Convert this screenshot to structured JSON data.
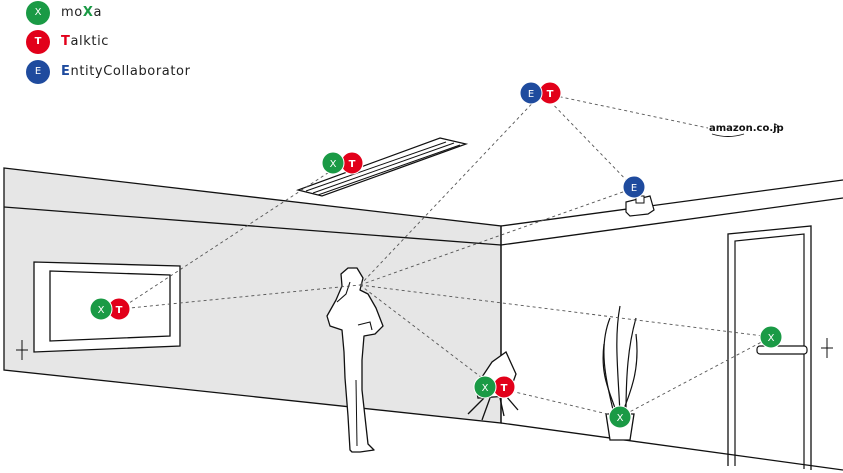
{
  "legend": [
    {
      "key": "X",
      "accent": "X",
      "rest_before": "mo",
      "rest_after": "a",
      "label": "moXa",
      "color": "#1a9a45"
    },
    {
      "key": "T",
      "accent": "T",
      "rest_before": "",
      "rest_after": "alktic",
      "label": "Talktic",
      "color": "#e2001a"
    },
    {
      "key": "E",
      "accent": "E",
      "rest_before": "",
      "rest_after": "ntityCollaborator",
      "label": "EntityCollaborator",
      "color": "#1f4b9e"
    }
  ],
  "colors": {
    "X": "#1a9a45",
    "T": "#e2001a",
    "E": "#1f4b9e",
    "line": "#555555"
  },
  "amazon_label": "amazon.co.jp",
  "nodes": {
    "ceiling_light": [
      "X",
      "T"
    ],
    "sky_hub": [
      "E",
      "T"
    ],
    "camera": [
      "E"
    ],
    "tv": [
      "X",
      "T"
    ],
    "chair": [
      "X",
      "T"
    ],
    "plant": [
      "X"
    ],
    "door_handle": [
      "X"
    ]
  }
}
